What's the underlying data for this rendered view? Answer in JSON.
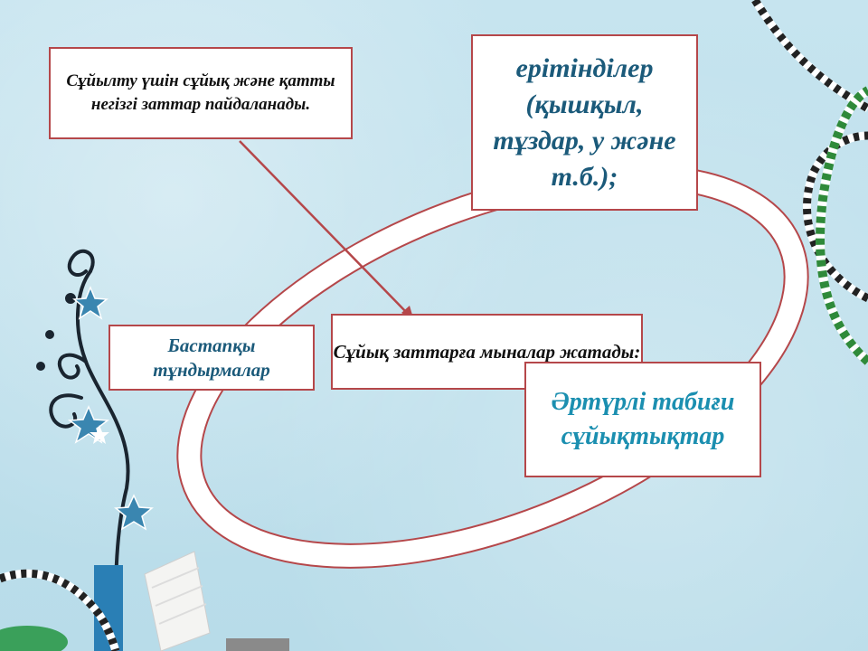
{
  "slide": {
    "note_box": "Сұйылту үшін сұйық және қатты негізгі заттар пайдаланады.",
    "solutions_box": "ерітінділер (қышқыл, тұздар, у және т.б.);",
    "initial_box": "Бастапқы тұндырмалар",
    "center_box": "Сұйық заттарға мыналар жатады:",
    "natural_box": "Әртүрлі табиғи сұйықтықтар"
  },
  "colors": {
    "border": "#b5474a",
    "blue_text": "#1b5a7a",
    "light_blue_text": "#1b8fb0",
    "ring_green": "#2f8a3a"
  }
}
